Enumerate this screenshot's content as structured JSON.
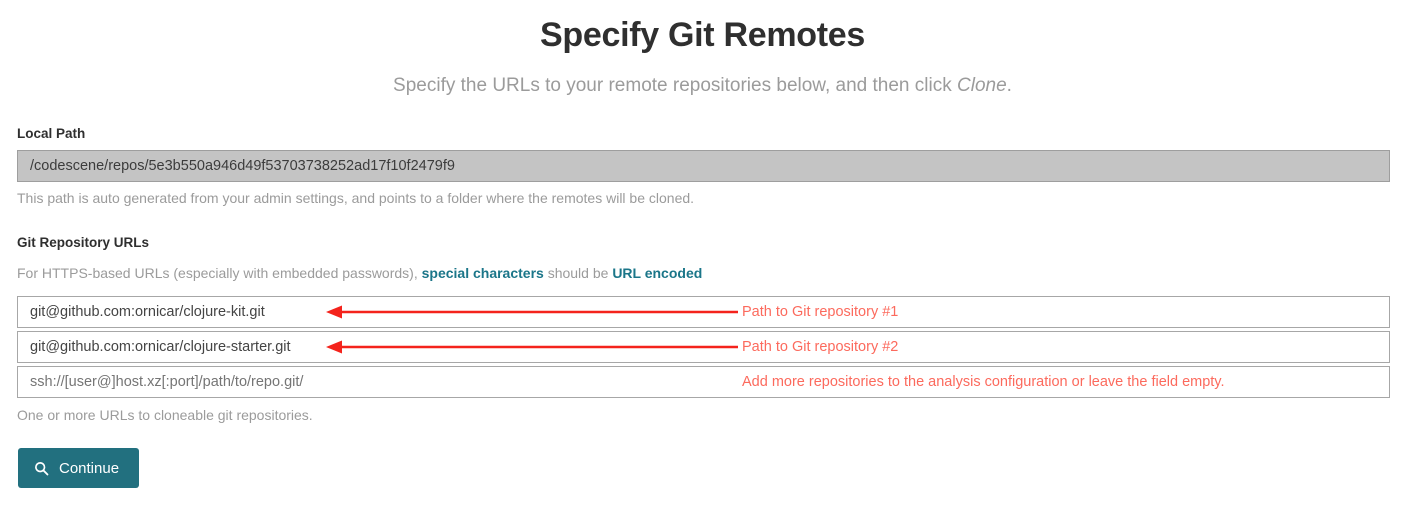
{
  "header": {
    "title": "Specify Git Remotes",
    "subtitle_prefix": "Specify the URLs to your remote repositories below, and then click ",
    "subtitle_emphasis": "Clone",
    "subtitle_suffix": "."
  },
  "local_path": {
    "label": "Local Path",
    "value": "/codescene/repos/5e3b550a946d49f53703738252ad17f10f2479f9",
    "help": "This path is auto generated from your admin settings, and points to a folder where the remotes will be cloned."
  },
  "git_urls": {
    "label": "Git Repository URLs",
    "note_prefix": "For HTTPS-based URLs (especially with embedded passwords), ",
    "note_link_1": "special characters",
    "note_middle": " should be ",
    "note_link_2": "URL encoded",
    "inputs": [
      {
        "value": "git@github.com:ornicar/clojure-kit.git",
        "placeholder": ""
      },
      {
        "value": "git@github.com:ornicar/clojure-starter.git",
        "placeholder": ""
      },
      {
        "value": "",
        "placeholder": "ssh://[user@]host.xz[:port]/path/to/repo.git/"
      }
    ],
    "help": "One or more URLs to cloneable git repositories."
  },
  "actions": {
    "continue_label": "Continue",
    "continue_icon": "search-icon"
  },
  "annotations": [
    "Path to Git repository #1",
    "Path to Git repository #2",
    "Add more repositories to the analysis configuration or leave the field empty."
  ],
  "colors": {
    "accent_teal": "#22707f",
    "link_teal": "#1b7689",
    "annotation_red": "#fc6a5d",
    "disabled_gray": "#c4c4c4",
    "muted_text": "#9b9b9b"
  }
}
